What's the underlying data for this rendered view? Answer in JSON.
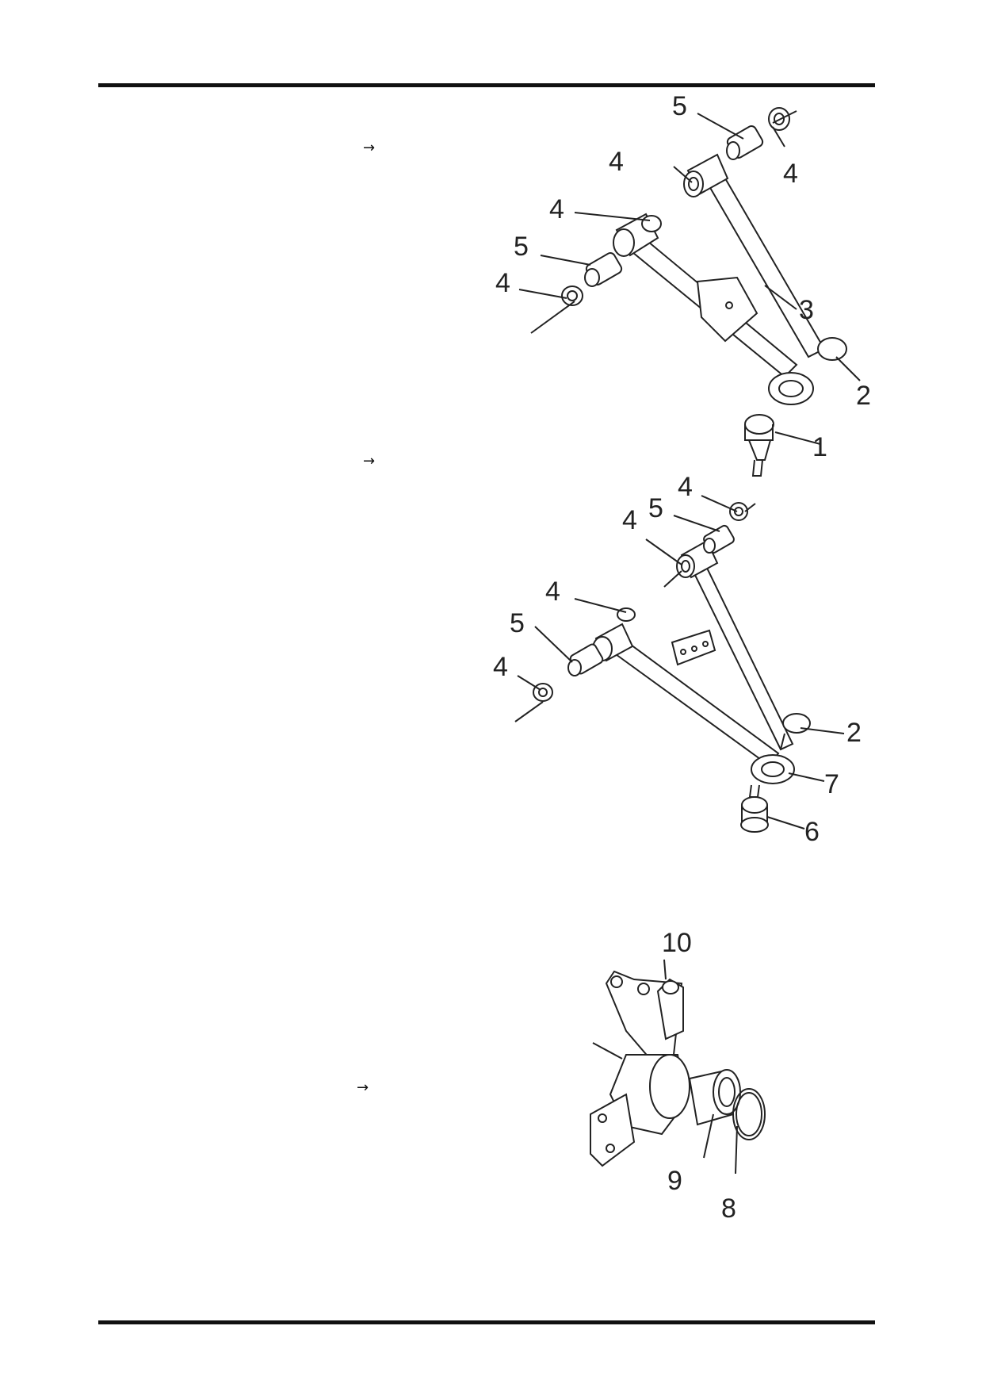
{
  "arrow_glyph": "→",
  "figures": {
    "upper_arm": {
      "callouts": [
        "5",
        "4",
        "4",
        "4",
        "5",
        "4",
        "3",
        "2",
        "1"
      ]
    },
    "lower_arm": {
      "callouts": [
        "4",
        "5",
        "4",
        "4",
        "5",
        "4",
        "2",
        "7",
        "6"
      ]
    },
    "knuckle": {
      "callouts": [
        "10",
        "9",
        "8"
      ]
    }
  },
  "colors": {
    "line": "#222222",
    "rule": "#111111",
    "background": "#ffffff"
  }
}
